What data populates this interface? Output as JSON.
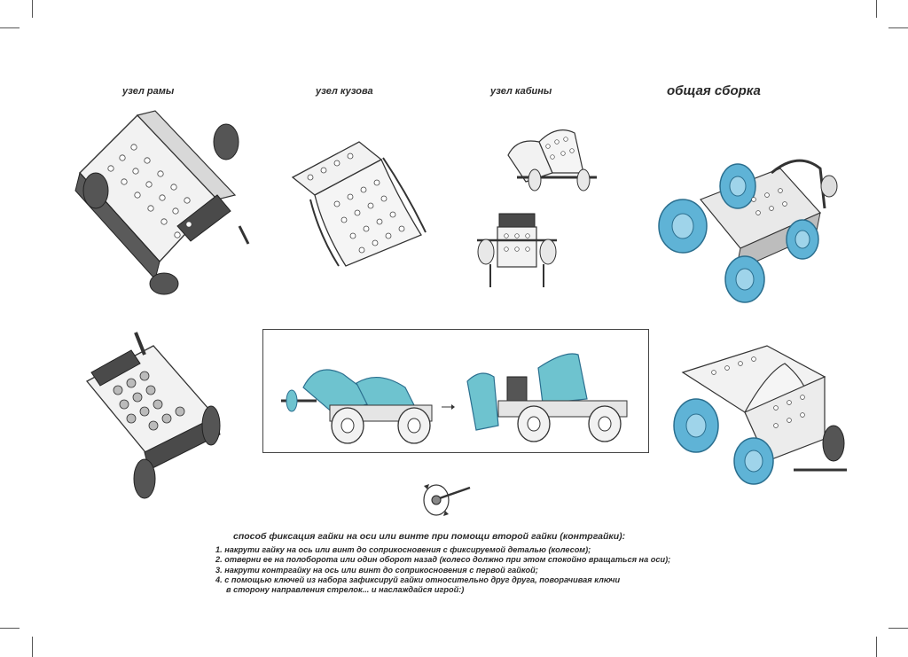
{
  "labels": {
    "frame": "узел рамы",
    "body": "узел кузова",
    "cabin": "узел кабины",
    "assembly": "общая сборка"
  },
  "instructions": {
    "title": "способ фиксация гайки на оси или винте при помощи второй гайки (контргайки):",
    "steps": [
      "1. накрути гайку на ось или винт до соприкосновения с фиксируемой деталью (колесом);",
      "2. отверни ее на полоборота или один оборот назад (колесо должно при этом спокойно вращаться на оси);",
      "3. накрути контргайку на ось или винт до соприкосновения с первой гайкой;",
      "4. с помощью ключей из набора зафиксируй гайки относительно друг друга, поворачивая ключи",
      "в сторону направления стрелок... и наслаждайся игрой:)"
    ]
  },
  "colors": {
    "metal_fill": "#f2f2f2",
    "metal_dark": "#3c3c3c",
    "wheel_blue": "#5fb3d6",
    "wheel_teal": "#6ec3cf"
  }
}
